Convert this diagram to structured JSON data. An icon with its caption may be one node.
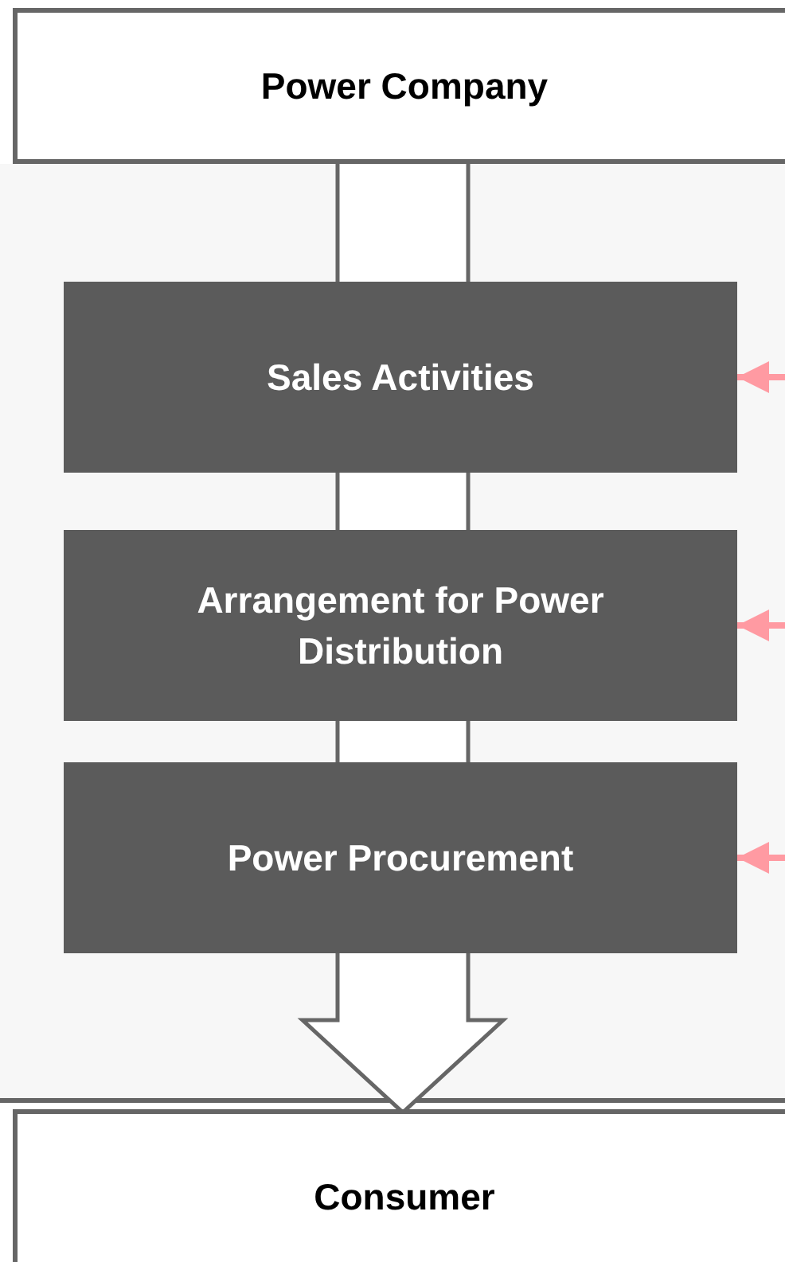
{
  "diagram": {
    "nodes": [
      {
        "text": [
          "Power Company"
        ]
      },
      {
        "text": [
          "Sales Activities"
        ]
      },
      {
        "text": [
          "Arrangement for Power Distribution"
        ]
      },
      {
        "text": [
          "Power Procurement"
        ]
      },
      {
        "text": [
          "Consumer"
        ]
      }
    ],
    "edges": [
      {
        "from": 0,
        "to": 1,
        "arrow": "none"
      },
      {
        "from": 1,
        "to": 2,
        "arrow": "none"
      },
      {
        "from": 2,
        "to": 3,
        "arrow": "none"
      },
      {
        "from": 3,
        "to": 4,
        "arrow": "to"
      },
      {
        "from": null,
        "to": 1,
        "arrow": "to",
        "color": "#ff9aa2"
      },
      {
        "from": null,
        "to": 2,
        "arrow": "to",
        "color": "#ff9aa2"
      },
      {
        "from": null,
        "to": 3,
        "arrow": "to",
        "color": "#ff9aa2"
      }
    ]
  }
}
